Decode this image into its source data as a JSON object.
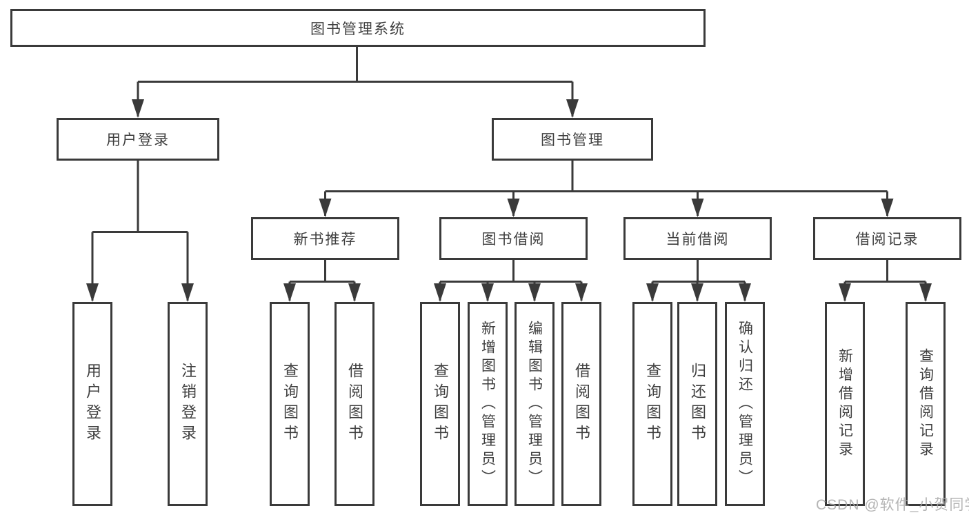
{
  "tree": {
    "root": "图书管理系统",
    "branches": [
      {
        "label": "用户登录",
        "children": [
          "用户登录",
          "注销登录"
        ]
      },
      {
        "label": "图书管理",
        "groups": [
          {
            "label": "新书推荐",
            "children": [
              "查询图书",
              "借阅图书"
            ]
          },
          {
            "label": "图书借阅",
            "children": [
              "查询图书",
              "新增图书（管理员）",
              "编辑图书（管理员）",
              "借阅图书"
            ]
          },
          {
            "label": "当前借阅",
            "children": [
              "查询图书",
              "归还图书",
              "确认归还（管理员）"
            ]
          },
          {
            "label": "借阅记录",
            "children": [
              "新增借阅记录",
              "查询借阅记录"
            ]
          }
        ]
      }
    ]
  },
  "watermark": {
    "text": "CSDN @软件_小贺同学"
  },
  "colors": {
    "line": "#3a3a3a",
    "text": "#3f3f3f",
    "background": "#ffffff",
    "watermark": "#a8a8a8"
  }
}
